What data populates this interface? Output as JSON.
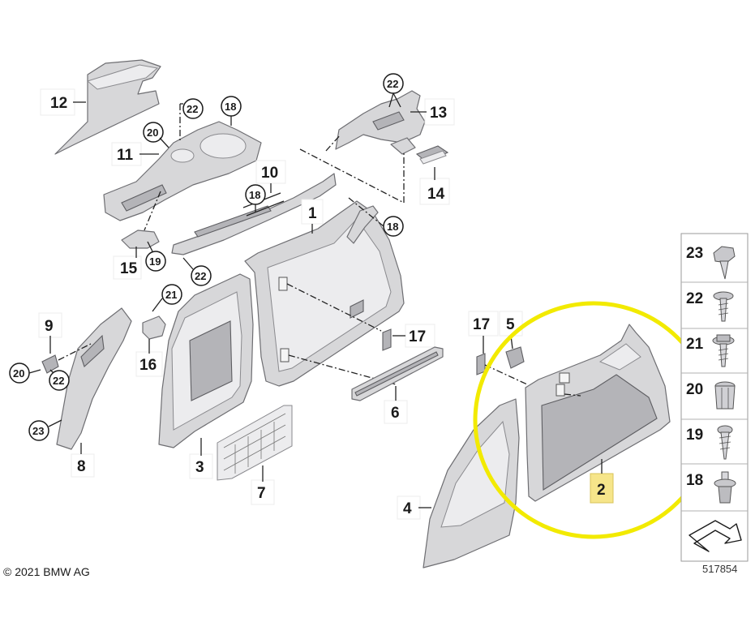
{
  "copyright": "© 2021 BMW AG",
  "document_number": "517854",
  "highlighted_label": "2",
  "colors": {
    "highlight_ellipse": "#f2ea00",
    "highlight_label_box": "#f6e58a",
    "part_fill": "#d7d7d9",
    "part_stroke": "#6e6e72"
  },
  "callouts": {
    "c1": "1",
    "c2": "2",
    "c3": "3",
    "c4": "4",
    "c5": "5",
    "c6": "6",
    "c7": "7",
    "c8": "8",
    "c9": "9",
    "c10": "10",
    "c11": "11",
    "c12": "12",
    "c13": "13",
    "c14": "14",
    "c15": "15",
    "c16": "16",
    "c17a": "17",
    "c17b": "17",
    "c18a": "18",
    "c18b": "18",
    "c18c": "18",
    "c19": "19",
    "c20a": "20",
    "c20b": "20",
    "c21": "21",
    "c22a": "22",
    "c22b": "22",
    "c22c": "22",
    "c22d": "22",
    "c23": "23"
  },
  "legend": [
    {
      "label": "23",
      "icon": "hex-bolt-clip-icon"
    },
    {
      "label": "22",
      "icon": "pan-screw-icon"
    },
    {
      "label": "21",
      "icon": "flange-screw-icon"
    },
    {
      "label": "20",
      "icon": "plastic-nut-icon"
    },
    {
      "label": "19",
      "icon": "tapping-screw-icon"
    },
    {
      "label": "18",
      "icon": "expanding-rivet-icon"
    },
    {
      "label": "",
      "icon": "view-direction-arrow-icon"
    }
  ]
}
